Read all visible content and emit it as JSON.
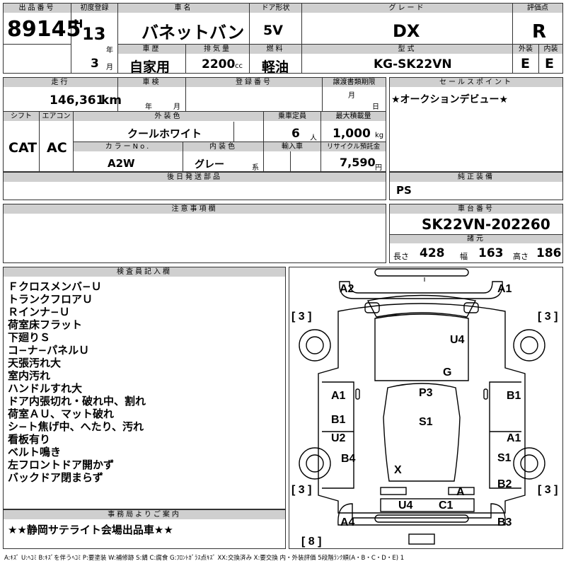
{
  "header": {
    "lot_label": "出品番号",
    "lot_no": "89145",
    "first_reg_label": "初度登録",
    "era": "H",
    "year": "13",
    "year_unit": "年",
    "month": "3",
    "month_unit": "月",
    "name_label": "車名",
    "name": "バネットバン",
    "door_label": "ドア形状",
    "door": "5V",
    "grade_label": "グレード",
    "grade": "DX",
    "score_label": "評価点",
    "score": "R",
    "history_label": "車歴",
    "history": "自家用",
    "displacement_label": "排気量",
    "displacement": "2200",
    "cc": "cc",
    "fuel_label": "燃料",
    "fuel": "軽油",
    "model_label": "型式",
    "model": "KG-SK22VN",
    "ext_label": "外装",
    "ext": "E",
    "int_label": "内装",
    "int": "E"
  },
  "row2": {
    "mileage_label": "走行",
    "mileage": "146,361",
    "km": "km",
    "inspection_label": "車検",
    "insp_year": "年",
    "insp_month": "月",
    "reg_no_label": "登録番号",
    "transfer_label": "譲渡書類期限",
    "transfer_month": "月",
    "transfer_day": "日",
    "sales_label": "セールスポイント",
    "sales": "★オークションデビュー★",
    "shift_label": "シフト",
    "shift": "CAT",
    "ac_label": "エアコン",
    "ac": "AC",
    "color_label": "外装色",
    "color": "クールホワイト",
    "capacity_label": "乗車定員",
    "capacity": "6",
    "capacity_unit": "人",
    "load_label": "最大積載量",
    "load": "1,000",
    "load_unit": "kg",
    "colorno_label": "カラーNo.",
    "colorno": "A2W",
    "interior_label": "内装色",
    "interior": "グレー",
    "interior_unit": "系",
    "import_label": "輸入車",
    "recycle_label": "リサイクル預託金",
    "recycle": "7,590",
    "recycle_unit": "円"
  },
  "row3": {
    "later_label": "後日発送部品",
    "equipment_label": "純正装備",
    "equipment": "PS",
    "caution_label": "注意事項欄",
    "chassis_label": "車台番号",
    "chassis": "SK22VN-202260",
    "spec_label": "諸元",
    "length_label": "長さ",
    "length": "428",
    "width_label": "幅",
    "width": "163",
    "height_label": "高さ",
    "height": "186"
  },
  "inspector": {
    "label": "検査員記入欄",
    "lines": [
      "Ｆクロスメンバ−Ｕ",
      "トランクフロアＵ",
      "Ｒインナ−Ｕ",
      "荷室床フラット",
      "下廻りＳ",
      "コ−ナ−パネルＵ",
      "天張汚れ大",
      "室内汚れ",
      "ハンドルすれ大",
      "ドア内張切れ・破れ中、割れ",
      "荷室ＡＵ、マット破れ",
      "シ−ト焦げ中、へたり、汚れ",
      "看板有り",
      "ベルト鳴き",
      "左フロントドア開かず",
      "バックドア閉まらず"
    ]
  },
  "office": {
    "label": "事務局よりご案内",
    "text": "★★静岡サテライト会場出品車★★"
  },
  "diagram": {
    "tire_fl": "[ 3 ]",
    "tire_fr": "[ 3 ]",
    "tire_rl": "[ 3 ]",
    "tire_rr": "[ 3 ]",
    "spare": "[ 8 ]",
    "marks": {
      "a2_top": "A2",
      "a1_top": "A1",
      "u4_roof": "U4",
      "g": "G",
      "a1_left": "A1",
      "b1_right": "B1",
      "p3": "P3",
      "s1_center": "S1",
      "b1_left": "B1",
      "u2_left": "U2",
      "a1_right": "A1",
      "b4_left": "B4",
      "s1_right": "S1",
      "x": "X",
      "b2_right": "B2",
      "a_rear": "A",
      "u4_rear": "U4",
      "c1_rear": "C1",
      "a4_bottom": "A4",
      "b3_bottom": "B3"
    }
  },
  "legend": "A:ｷｽﾞ U:ﾍｺﾐ B:ｷｽﾞを伴うﾍｺﾐ P:要塗装 W:補修跡 S:錆 C:腐食 G:ﾌﾛﾝﾄｶﾞﾗｽ点ｷｽﾞ XX:交換済み X:要交換 内・外装評価 5段階ﾗﾝｸ順(A・B・C・D・E) 1"
}
